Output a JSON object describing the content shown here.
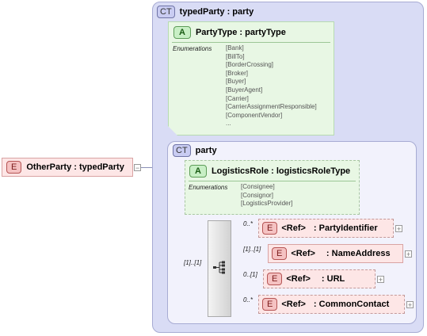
{
  "root_element": {
    "badge": "E",
    "label": "OtherParty : typedParty"
  },
  "complex_type": {
    "badge": "CT",
    "label": "typedParty : party"
  },
  "party_type_attr": {
    "badge": "A",
    "label": "PartyType : partyType",
    "enum_label": "Enumerations",
    "enumerations": [
      "[Bank]",
      "[BillTo]",
      "[BorderCrossing]",
      "[Broker]",
      "[Buyer]",
      "[BuyerAgent]",
      "[Carrier]",
      "[CarrierAssignmentResponsible]",
      "[ComponentVendor]",
      "..."
    ]
  },
  "party_ct": {
    "badge": "CT",
    "label": "party"
  },
  "logistics_attr": {
    "badge": "A",
    "label": "LogisticsRole : logisticsRoleType",
    "enum_label": "Enumerations",
    "enumerations": [
      "[Consignee]",
      "[Consignor]",
      "[LogisticsProvider]"
    ]
  },
  "sequence": {
    "occurrence": "[1]..[1]"
  },
  "children": [
    {
      "occurrence": "0..*",
      "badge": "E",
      "ref": "<Ref>",
      "name": ": PartyIdentifier"
    },
    {
      "occurrence": "[1]..[1]",
      "badge": "E",
      "ref": "<Ref>",
      "name": ": NameAddress"
    },
    {
      "occurrence": "0..[1]",
      "badge": "E",
      "ref": "<Ref>",
      "name": ": URL"
    },
    {
      "occurrence": "0..*",
      "badge": "E",
      "ref": "<Ref>",
      "name": ": CommonContact"
    }
  ],
  "colors": {
    "ct_background": "#d9dcf5",
    "attribute_background": "#e8f7e4",
    "element_background": "#fde6e6"
  }
}
